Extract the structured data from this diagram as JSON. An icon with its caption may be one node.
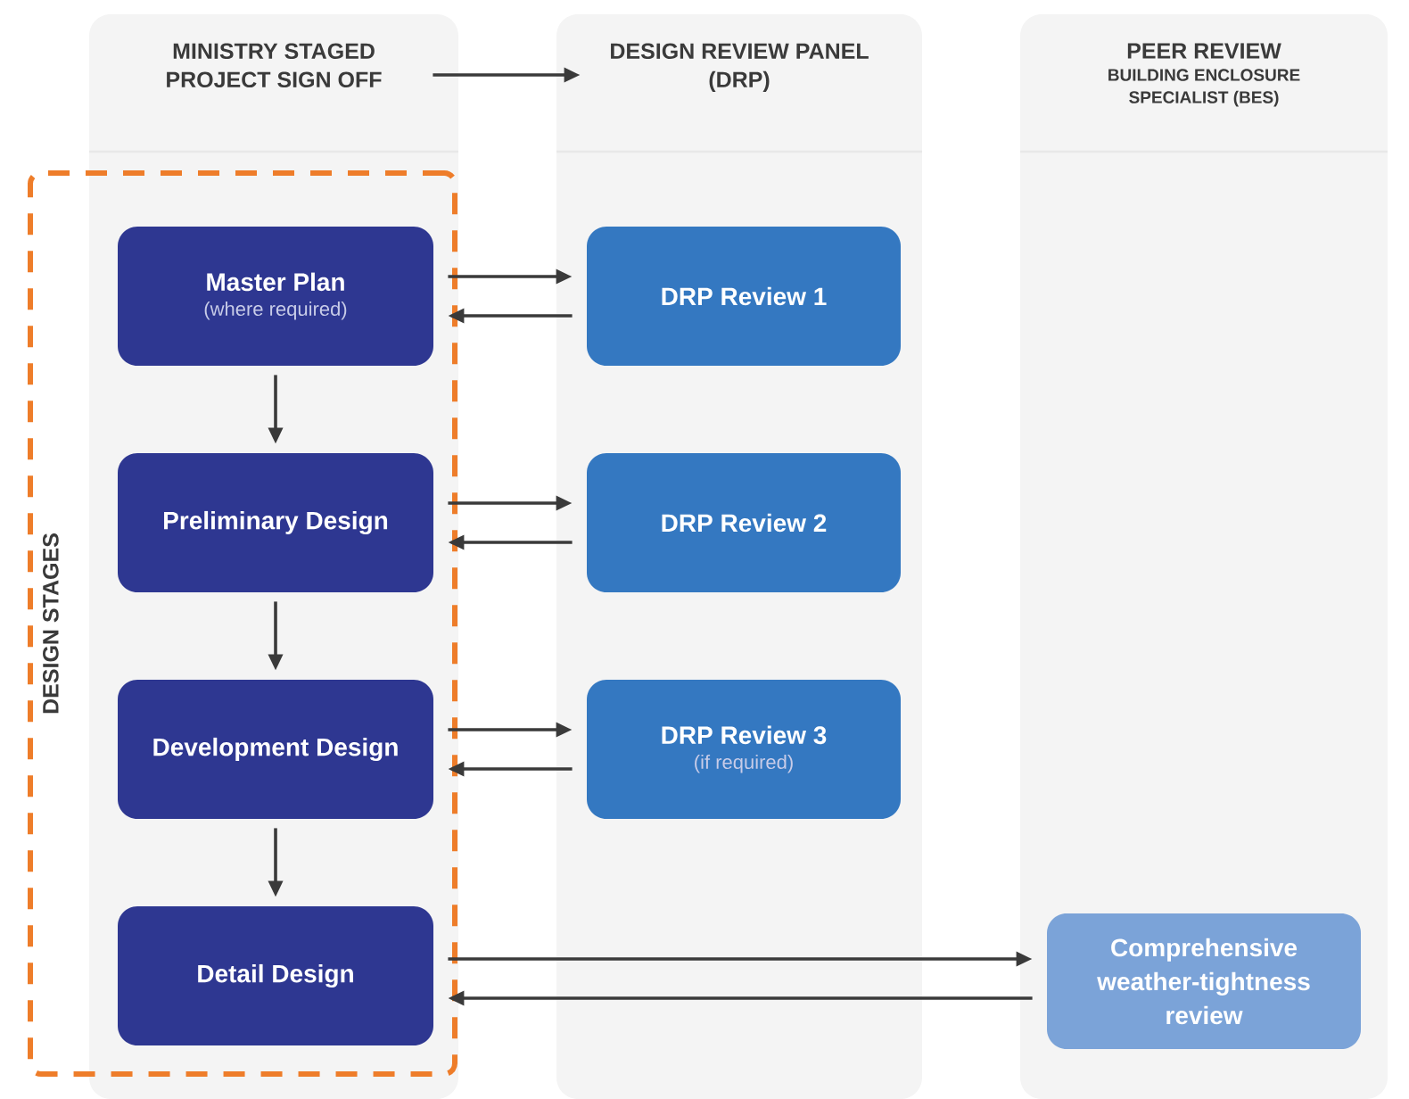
{
  "diagram": {
    "nodes": [
      {
        "text": [
          "MINISTRY STAGED PROJECT SIGN OFF"
        ]
      },
      {
        "text": [
          "DESIGN REVIEW PANEL (DRP)"
        ]
      },
      {
        "text": [
          "PEER REVIEW",
          "BUILDING ENCLOSURE SPECIALIST (BES)"
        ]
      },
      {
        "text": [
          "DESIGN STAGES"
        ]
      },
      {
        "text": [
          "Master Plan",
          "(where required)"
        ],
        "in": 3
      },
      {
        "text": [
          "DRP Review 1"
        ]
      },
      {
        "text": [
          "Preliminary Design"
        ],
        "in": 3
      },
      {
        "text": [
          "DRP Review 2"
        ]
      },
      {
        "text": [
          "Development Design"
        ],
        "in": 3
      },
      {
        "text": [
          "DRP Review 3",
          "(if required)"
        ]
      },
      {
        "text": [
          "Detail Design"
        ],
        "in": 3
      },
      {
        "text": [
          "Comprehensive weather-tightness review"
        ]
      }
    ],
    "edges": [
      {
        "from": 0,
        "to": 1,
        "arrow": "to"
      },
      {
        "from": 4,
        "to": 5,
        "arrow": "to"
      },
      {
        "from": 5,
        "to": 4,
        "arrow": "to"
      },
      {
        "from": 4,
        "to": 6,
        "arrow": "to"
      },
      {
        "from": 6,
        "to": 7,
        "arrow": "to"
      },
      {
        "from": 7,
        "to": 6,
        "arrow": "to"
      },
      {
        "from": 6,
        "to": 8,
        "arrow": "to"
      },
      {
        "from": 8,
        "to": 9,
        "arrow": "to"
      },
      {
        "from": 9,
        "to": 8,
        "arrow": "to"
      },
      {
        "from": 8,
        "to": 10,
        "arrow": "to"
      },
      {
        "from": 10,
        "to": 11,
        "arrow": "to"
      },
      {
        "from": 11,
        "to": 10,
        "arrow": "to"
      }
    ]
  }
}
